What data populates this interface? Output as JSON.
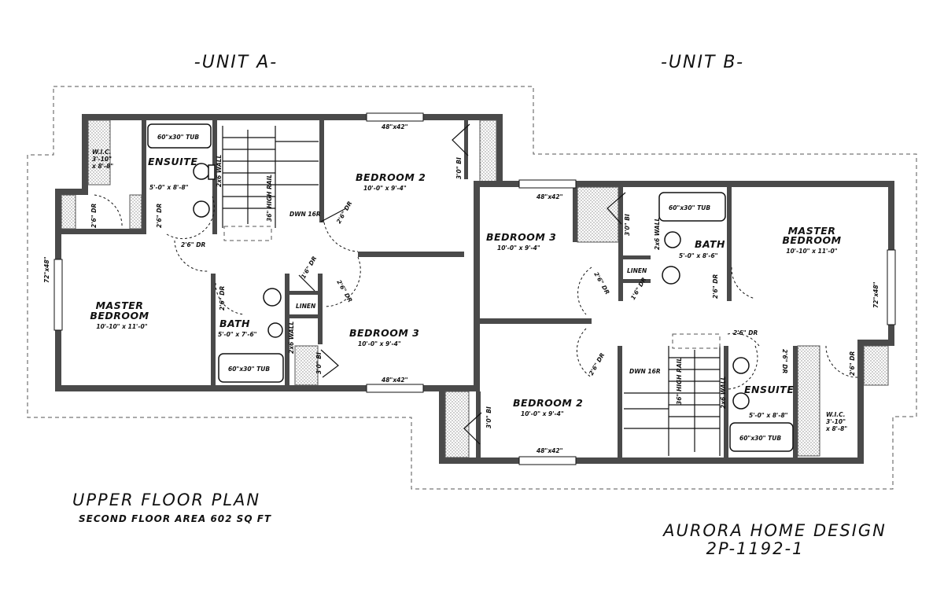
{
  "headings": {
    "unit_a": "-UNIT A-",
    "unit_b": "-UNIT B-",
    "plan_title": "UPPER FLOOR PLAN",
    "plan_area": "SECOND FLOOR AREA   602 SQ FT",
    "company": "AURORA HOME DESIGN",
    "plan_number": "2P-1192-1"
  },
  "unit_a": {
    "wic_name": "W.I.C.",
    "wic_dims_1": "3'-10\"",
    "wic_dims_2": "x 8'-8\"",
    "ensuite_name": "ENSUITE",
    "ensuite_dims": "5'-0\" x 8'-8\"",
    "ensuite_tub": "60\"x30\" TUB",
    "wall_2x6": "2x6 WALL",
    "stair_rail": "36\" HIGH RAIL",
    "stair_dwn": "DWN 16R",
    "bedroom2_name": "BEDROOM 2",
    "bedroom2_dims": "10'-0\" x 9'-4\"",
    "bedroom2_window": "48\"x42\"",
    "bedroom3_name": "BEDROOM 3",
    "bedroom3_dims": "10'-0\" x 9'-4\"",
    "bedroom3_window": "48\"x42\"",
    "master_name_1": "MASTER",
    "master_name_2": "BEDROOM",
    "master_dims": "10'-10\" x 11'-0\"",
    "master_window": "72\"x48\"",
    "bath_name": "BATH",
    "bath_dims": "5'-0\" x 7'-6\"",
    "bath_tub": "60\"x30\" TUB",
    "bath_wall": "2x6 WALL",
    "linen": "LINEN",
    "door_wic": "2'6\" DR",
    "door_ensuite": "2'6\" DR",
    "door_hall": "2'6\" DR",
    "door_bed2": "2'6\" DR",
    "door_bed3": "2'6\" DR",
    "door_bath": "2'6\" DR",
    "door_linen": "1'6\" DR",
    "closet_bed2": "3'0\" BI",
    "closet_bed3": "3'0\" BI"
  },
  "unit_b": {
    "bedroom3_name": "BEDROOM 3",
    "bedroom3_dims": "10'-0\" x 9'-4\"",
    "bedroom3_window": "48\"x42\"",
    "bath_name": "BATH",
    "bath_dims": "5'-0\" x 8'-6\"",
    "bath_tub": "60\"x30\" TUB",
    "bath_wall": "2x6 WALL",
    "linen": "LINEN",
    "master_name_1": "MASTER",
    "master_name_2": "BEDROOM",
    "master_dims": "10'-10\" x 11'-0\"",
    "master_window": "72\"x48\"",
    "bedroom2_name": "BEDROOM 2",
    "bedroom2_dims": "10'-0\" x 9'-4\"",
    "bedroom2_window": "48\"x42\"",
    "ensuite_name": "ENSUITE",
    "ensuite_dims": "5'-0\" x 8'-8\"",
    "ensuite_tub": "60\"x30\" TUB",
    "ensuite_wall": "2x6 WALL",
    "wic_name": "W.I.C.",
    "wic_dims_1": "3'-10\"",
    "wic_dims_2": "x 8'-8\"",
    "stair_rail": "36\" HIGH RAIL",
    "stair_dwn": "DWN 16R",
    "door_bed3": "2'6\" DR",
    "door_bath": "2'6\" DR",
    "door_hall": "2'6\" DR",
    "door_bed2": "2'6\" DR",
    "door_ensuite": "2'6\" DR",
    "door_wic": "2'6\" DR",
    "door_linen": "1'6\" DR",
    "closet_top": "3'0\" BI",
    "closet_bed2": "3'0\" BI"
  },
  "colors": {
    "wall": "#4a4a4a",
    "line": "#111111",
    "hatch": "#d9d9d9"
  }
}
